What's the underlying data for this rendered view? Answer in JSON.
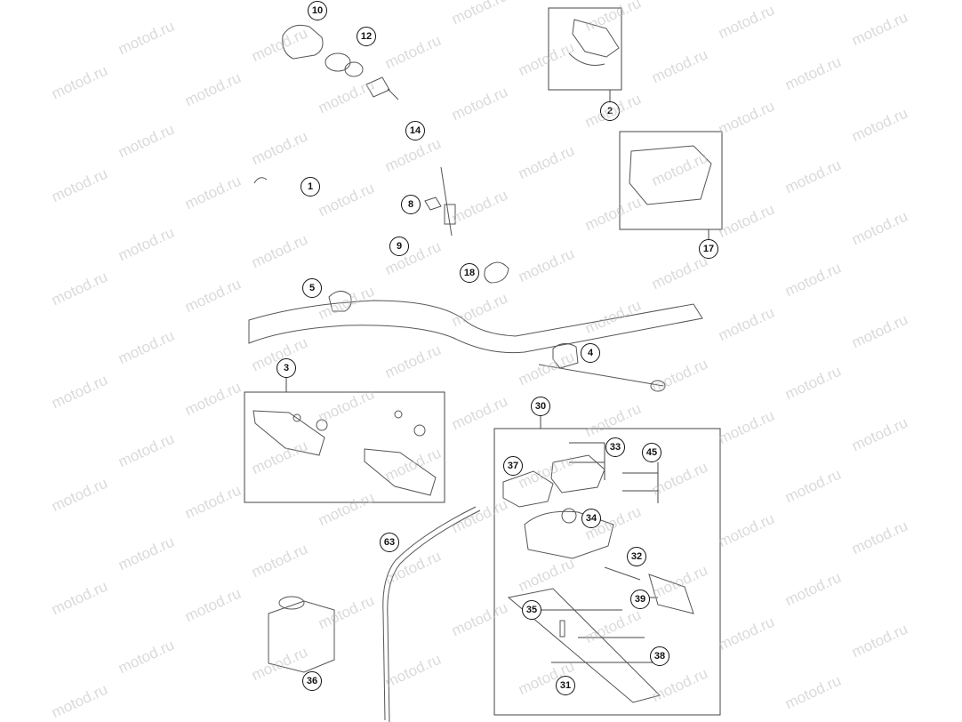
{
  "diagram": {
    "watermark_text": "motod.ru",
    "callouts": {
      "c1": "1",
      "c2": "2",
      "c3": "3",
      "c4": "4",
      "c5": "5",
      "c8": "8",
      "c9": "9",
      "c10": "10",
      "c12": "12",
      "c14": "14",
      "c17": "17",
      "c18": "18",
      "c30": "30",
      "c31": "31",
      "c32": "32",
      "c33": "33",
      "c34": "34",
      "c35": "35",
      "c36": "36",
      "c37": "37",
      "c38": "38",
      "c39": "39",
      "c45": "45",
      "c63": "63"
    }
  }
}
